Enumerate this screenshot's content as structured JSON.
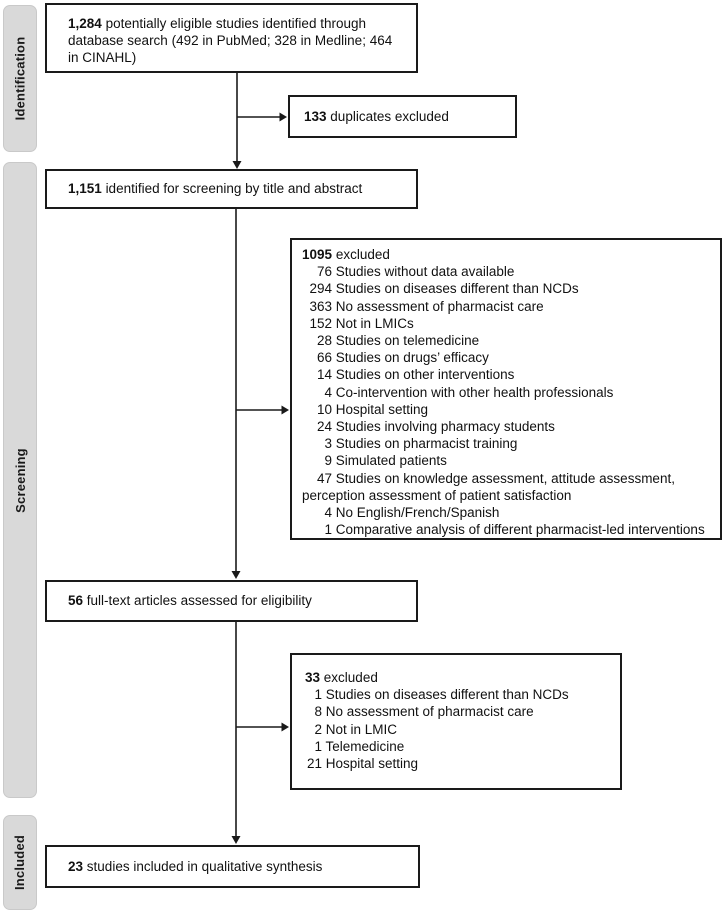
{
  "figure": {
    "name": "Study selection flow diagram"
  },
  "stages": {
    "identification": "Identification",
    "screening": "Screening",
    "included": "Included"
  },
  "flow": {
    "identified": {
      "count": "1,284",
      "text": "potentially eligible studies identified through database search (492 in PubMed; 328 in Medline; 464 in CINAHL)"
    },
    "duplicates": {
      "count": "133",
      "text": "duplicates excluded"
    },
    "title_abstract": {
      "count": "1,151",
      "text": "identified for screening by title and abstract"
    },
    "screening_excluded": {
      "count": "1095",
      "label": "excluded",
      "reasons": [
        {
          "n": "76",
          "text": "Studies without data available"
        },
        {
          "n": "294",
          "text": "Studies on diseases different than NCDs"
        },
        {
          "n": "363",
          "text": "No assessment of pharmacist care"
        },
        {
          "n": "152",
          "text": "Not in LMICs"
        },
        {
          "n": "28",
          "text": "Studies on telemedicine"
        },
        {
          "n": "66",
          "text": "Studies on drugs’ efficacy"
        },
        {
          "n": "14",
          "text": "Studies on other interventions"
        },
        {
          "n": "4",
          "text": "Co-intervention with other health professionals"
        },
        {
          "n": "10",
          "text": "Hospital setting"
        },
        {
          "n": "24",
          "text": "Studies involving pharmacy students"
        },
        {
          "n": "3",
          "text": "Studies on pharmacist training"
        },
        {
          "n": "9",
          "text": "Simulated patients"
        },
        {
          "n": "47",
          "text": "Studies on knowledge assessment, attitude assessment, perception assessment of patient satisfaction"
        },
        {
          "n": "4",
          "text": "No English/French/Spanish"
        },
        {
          "n": "1",
          "text": "Comparative analysis of different pharmacist-led interventions"
        }
      ]
    },
    "fulltext": {
      "count": "56",
      "text": "full-text articles assessed for eligibility"
    },
    "fulltext_excluded": {
      "count": "33",
      "label": "excluded",
      "reasons": [
        {
          "n": "1",
          "text": "Studies on diseases different than NCDs"
        },
        {
          "n": "8",
          "text": "No assessment of pharmacist care"
        },
        {
          "n": "2",
          "text": "Not in LMIC"
        },
        {
          "n": "1",
          "text": "Telemedicine"
        },
        {
          "n": "21",
          "text": "Hospital setting"
        }
      ]
    },
    "included": {
      "count": "23",
      "text": "studies included in qualitative synthesis"
    }
  },
  "colors": {
    "stage_bar_fill": "#d9d9d9",
    "stage_bar_border": "#c9c9c9",
    "box_border": "#1a1a1a",
    "text": "#111111",
    "background": "#ffffff"
  }
}
